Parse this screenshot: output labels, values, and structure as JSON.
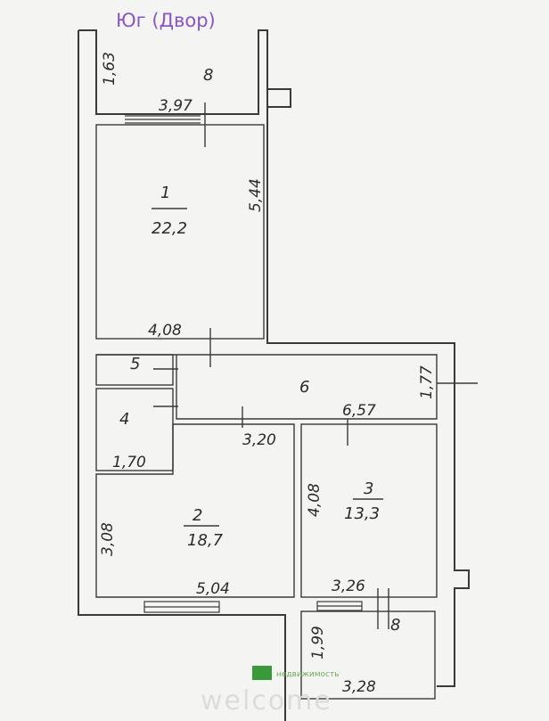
{
  "title": "Юг (Двор)",
  "rooms": {
    "balcony_top": "8",
    "room1_number": "1",
    "room1_area": "22,2",
    "room2_number": "2",
    "room2_area": "18,7",
    "room3_number": "3",
    "room3_area": "13,3",
    "room4_number": "4",
    "room5_number": "5",
    "room6_number": "6",
    "balcony_bottom": "8"
  },
  "dimensions": {
    "d163": "1,63",
    "d397": "3,97",
    "d544": "5,44",
    "d408_top": "4,08",
    "d177": "1,77",
    "d657": "6,57",
    "d320": "3,20",
    "d170": "1,70",
    "d308": "3,08",
    "d408_mid": "4,08",
    "d504": "5,04",
    "d326": "3,26",
    "d199": "1,99",
    "d328": "3,28"
  },
  "watermark": {
    "text": "welcome",
    "brand": "недвижимость",
    "brand_color": "#3a9a3a"
  }
}
